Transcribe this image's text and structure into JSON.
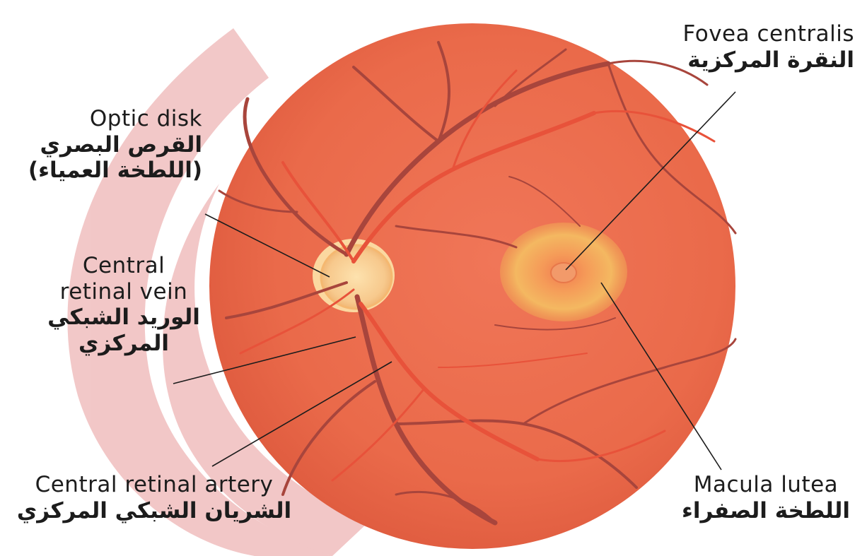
{
  "labels": {
    "fovea": {
      "en": "Fovea centralis",
      "ar": "النقرة المركزية"
    },
    "optic_disk": {
      "en": "Optic disk",
      "ar1": "القرص البصري",
      "ar2": "(اللطخة العمياء)"
    },
    "central_vein": {
      "en1": "Central",
      "en2": "retinal vein",
      "ar1": "الوريد الشبكي",
      "ar2": "المركزي"
    },
    "central_artery": {
      "en": "Central retinal artery",
      "ar": "الشريان الشبكي المركزي"
    },
    "macula": {
      "en": "Macula lutea",
      "ar": "اللطخة الصفراء"
    }
  },
  "colors": {
    "retina": "#ea6a4a",
    "retina_edge": "#de5a3e",
    "vessel_dark": "#a8453c",
    "vessel_light": "#e8523a",
    "optic_disk": "#f7c98d",
    "macula": "#f3b45c",
    "fovea": "#f08a54",
    "watermark": "#e8b4b4",
    "text": "#1c1c1c",
    "leader": "#1c1c1c"
  }
}
